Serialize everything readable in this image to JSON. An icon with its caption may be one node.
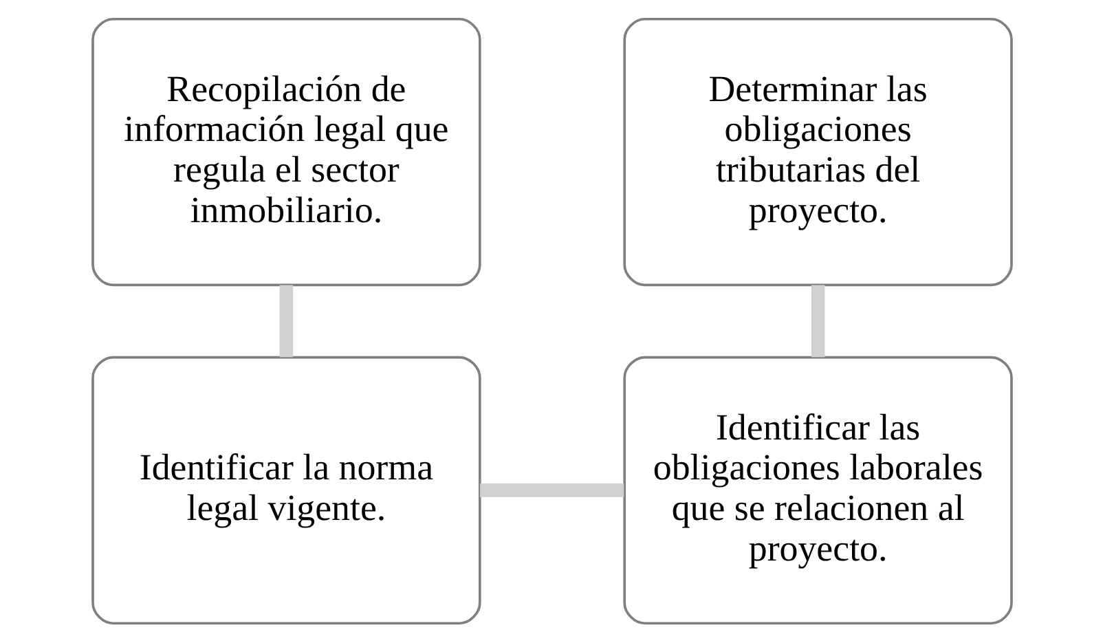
{
  "diagram": {
    "nodes": [
      {
        "text": [
          "Recopilación de información legal que regula el sector inmobiliario."
        ]
      },
      {
        "text": [
          "Identificar la norma legal vigente."
        ]
      },
      {
        "text": [
          "Determinar las obligaciones tributarias del proyecto."
        ]
      },
      {
        "text": [
          "Identificar las obligaciones laborales que se relacionen al proyecto."
        ]
      }
    ],
    "edges": [
      {
        "from": 0,
        "to": 1,
        "arrow": "none"
      },
      {
        "from": 1,
        "to": 3,
        "arrow": "none"
      },
      {
        "from": 3,
        "to": 2,
        "arrow": "none"
      }
    ]
  }
}
